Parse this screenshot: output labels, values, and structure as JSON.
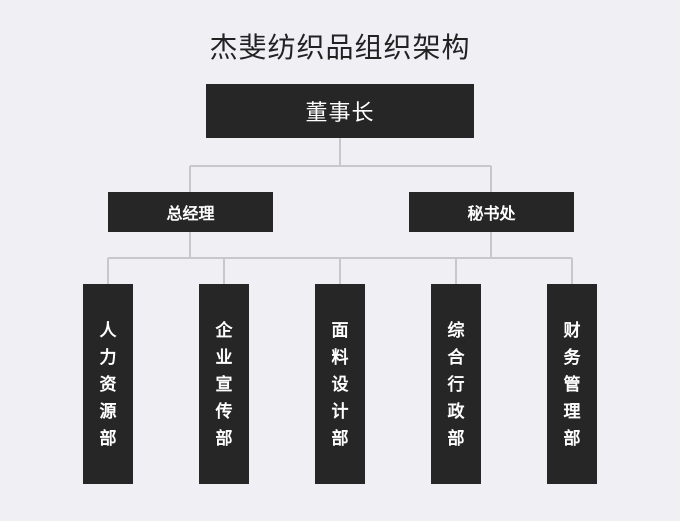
{
  "title": "杰斐纺织品组织架构",
  "chairman": "董事长",
  "level2": [
    {
      "label": "总经理"
    },
    {
      "label": "秘书处"
    }
  ],
  "departments": [
    {
      "label": "人力资源部"
    },
    {
      "label": "企业宣传部"
    },
    {
      "label": "面料设计部"
    },
    {
      "label": "综合行政部"
    },
    {
      "label": "财务管理部"
    }
  ],
  "colors": {
    "background": "#f0eff4",
    "box": "#262626",
    "box_text": "#ffffff",
    "connector": "#c8c8cc",
    "title_text": "#222222"
  }
}
